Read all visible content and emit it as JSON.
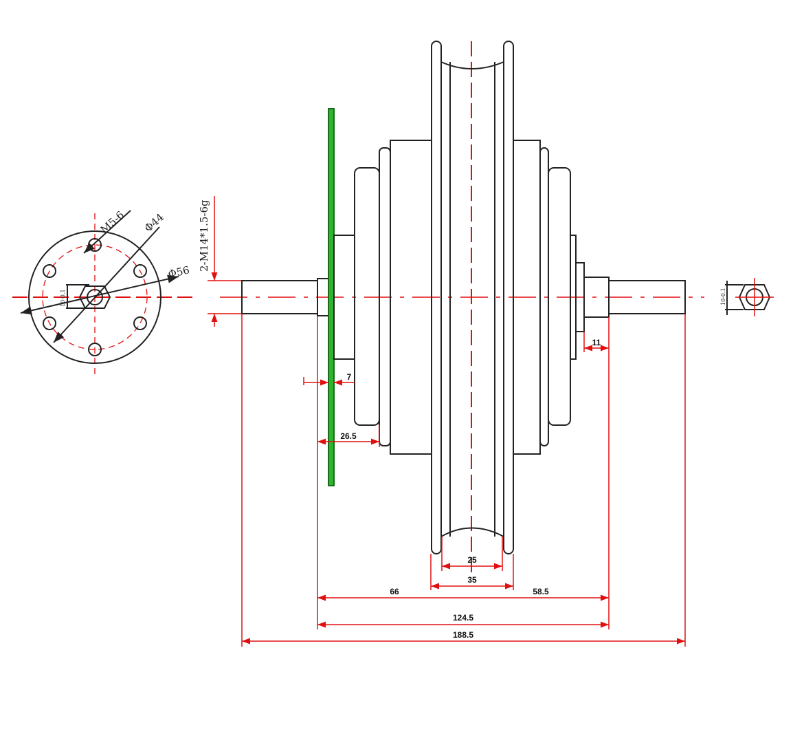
{
  "flange_view": {
    "hole_thread": "M5-6",
    "bolt_circle": "Φ44",
    "flange_diameter": "Φ56",
    "flat_width": "10-0.1"
  },
  "axle_thread": "2-M14*1.5-6g",
  "end_view": {
    "flat_width": "10-0.1"
  },
  "dimensions": {
    "d7": "7",
    "d26_5": "26.5",
    "d11": "11",
    "d25": "25",
    "d35": "35",
    "d66": "66",
    "d58_5": "58.5",
    "d124_5": "124.5",
    "d188_5": "188.5"
  },
  "colors": {
    "outline": "#222222",
    "dimension": "#e01010",
    "brake_disc": "#2db52d"
  }
}
